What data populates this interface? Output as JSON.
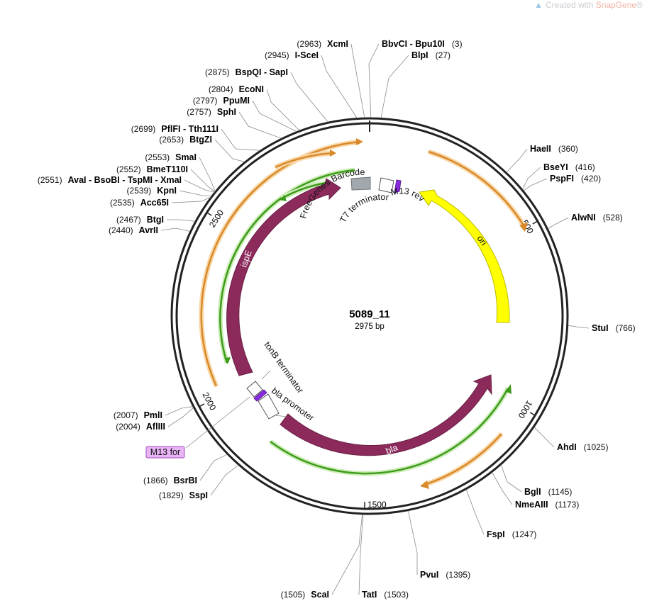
{
  "watermark": {
    "prefix": "Created with ",
    "brand": "SnapGene",
    "suffix": "®"
  },
  "plasmid": {
    "name": "5089_11",
    "length_label": "2975 bp",
    "length": 2975
  },
  "ticks": [
    {
      "pos": 500,
      "label": "500"
    },
    {
      "pos": 1000,
      "label": "1000"
    },
    {
      "pos": 1500,
      "label": "1500"
    },
    {
      "pos": 2000,
      "label": "2000"
    },
    {
      "pos": 2500,
      "label": "2500"
    }
  ],
  "sites": [
    {
      "pos": 3,
      "name": "BbvCI - Bpu10I",
      "pos_label": "(3)"
    },
    {
      "pos": 27,
      "name": "BlpI",
      "pos_label": "(27)"
    },
    {
      "pos": 360,
      "name": "HaeII",
      "pos_label": "(360)"
    },
    {
      "pos": 416,
      "name": "BseYI",
      "pos_label": "(416)"
    },
    {
      "pos": 420,
      "name": "PspFI",
      "pos_label": "(420)"
    },
    {
      "pos": 528,
      "name": "AlwNI",
      "pos_label": "(528)"
    },
    {
      "pos": 766,
      "name": "StuI",
      "pos_label": "(766)"
    },
    {
      "pos": 1025,
      "name": "AhdI",
      "pos_label": "(1025)"
    },
    {
      "pos": 1145,
      "name": "BglI",
      "pos_label": "(1145)"
    },
    {
      "pos": 1173,
      "name": "NmeAIII",
      "pos_label": "(1173)"
    },
    {
      "pos": 1247,
      "name": "FspI",
      "pos_label": "(1247)"
    },
    {
      "pos": 1395,
      "name": "PvuI",
      "pos_label": "(1395)"
    },
    {
      "pos": 1503,
      "name": "TatI",
      "pos_label": "(1503)"
    },
    {
      "pos": 1505,
      "name": "ScaI",
      "pos_label": "(1505)"
    },
    {
      "pos": 1829,
      "name": "SspI",
      "pos_label": "(1829)"
    },
    {
      "pos": 1866,
      "name": "BsrBI",
      "pos_label": "(1866)"
    },
    {
      "pos": 2004,
      "name": "AflIII",
      "pos_label": "(2004)"
    },
    {
      "pos": 2007,
      "name": "PmlI",
      "pos_label": "(2007)"
    },
    {
      "pos": 2440,
      "name": "AvrII",
      "pos_label": "(2440)"
    },
    {
      "pos": 2467,
      "name": "BtgI",
      "pos_label": "(2467)"
    },
    {
      "pos": 2535,
      "name": "Acc65I",
      "pos_label": "(2535)"
    },
    {
      "pos": 2539,
      "name": "KpnI",
      "pos_label": "(2539)"
    },
    {
      "pos": 2551,
      "name": "AvaI - BsoBI - TspMI - XmaI",
      "pos_label": "(2551)"
    },
    {
      "pos": 2552,
      "name": "BmeT110I",
      "pos_label": "(2552)"
    },
    {
      "pos": 2553,
      "name": "SmaI",
      "pos_label": "(2553)"
    },
    {
      "pos": 2653,
      "name": "BtgZI",
      "pos_label": "(2653)"
    },
    {
      "pos": 2699,
      "name": "PflFI - Tth111I",
      "pos_label": "(2699)"
    },
    {
      "pos": 2757,
      "name": "SphI",
      "pos_label": "(2757)"
    },
    {
      "pos": 2797,
      "name": "PpuMI",
      "pos_label": "(2797)"
    },
    {
      "pos": 2804,
      "name": "EcoNI",
      "pos_label": "(2804)"
    },
    {
      "pos": 2875,
      "name": "BspQI - SapI",
      "pos_label": "(2875)"
    },
    {
      "pos": 2945,
      "name": "I-SceI",
      "pos_label": "(2945)"
    },
    {
      "pos": 2963,
      "name": "XcmI",
      "pos_label": "(2963)"
    }
  ],
  "features": [
    {
      "name": "ori",
      "color": "#ffff00",
      "stroke": "#b8b800"
    },
    {
      "name": "bla",
      "color": "#8c2a5c",
      "stroke": "#6a1f45"
    },
    {
      "name": "ispE",
      "color": "#8c2a5c",
      "stroke": "#6a1f45"
    },
    {
      "name": "FreeGenes Barcode",
      "color": "#a3a8ad",
      "stroke": "#6f7479"
    },
    {
      "name": "T7 terminator",
      "color": "#ffffff",
      "stroke": "#555555"
    },
    {
      "name": "M13 rev",
      "color": "#8a2be2",
      "stroke": "#5a1c96"
    },
    {
      "name": "tonB terminator",
      "color": "#ffffff",
      "stroke": "#555555"
    },
    {
      "name": "bla promoter",
      "color": "#ffffff",
      "stroke": "#555555"
    }
  ],
  "primer": {
    "name": "M13 for",
    "color": "#e8b4f5",
    "stroke": "#a64fbf"
  },
  "orf_colors": {
    "orange": "#d9892a",
    "orange_glow": "#f8d8a8",
    "green": "#3e9b1c",
    "green_glow": "#cdeeb8"
  }
}
